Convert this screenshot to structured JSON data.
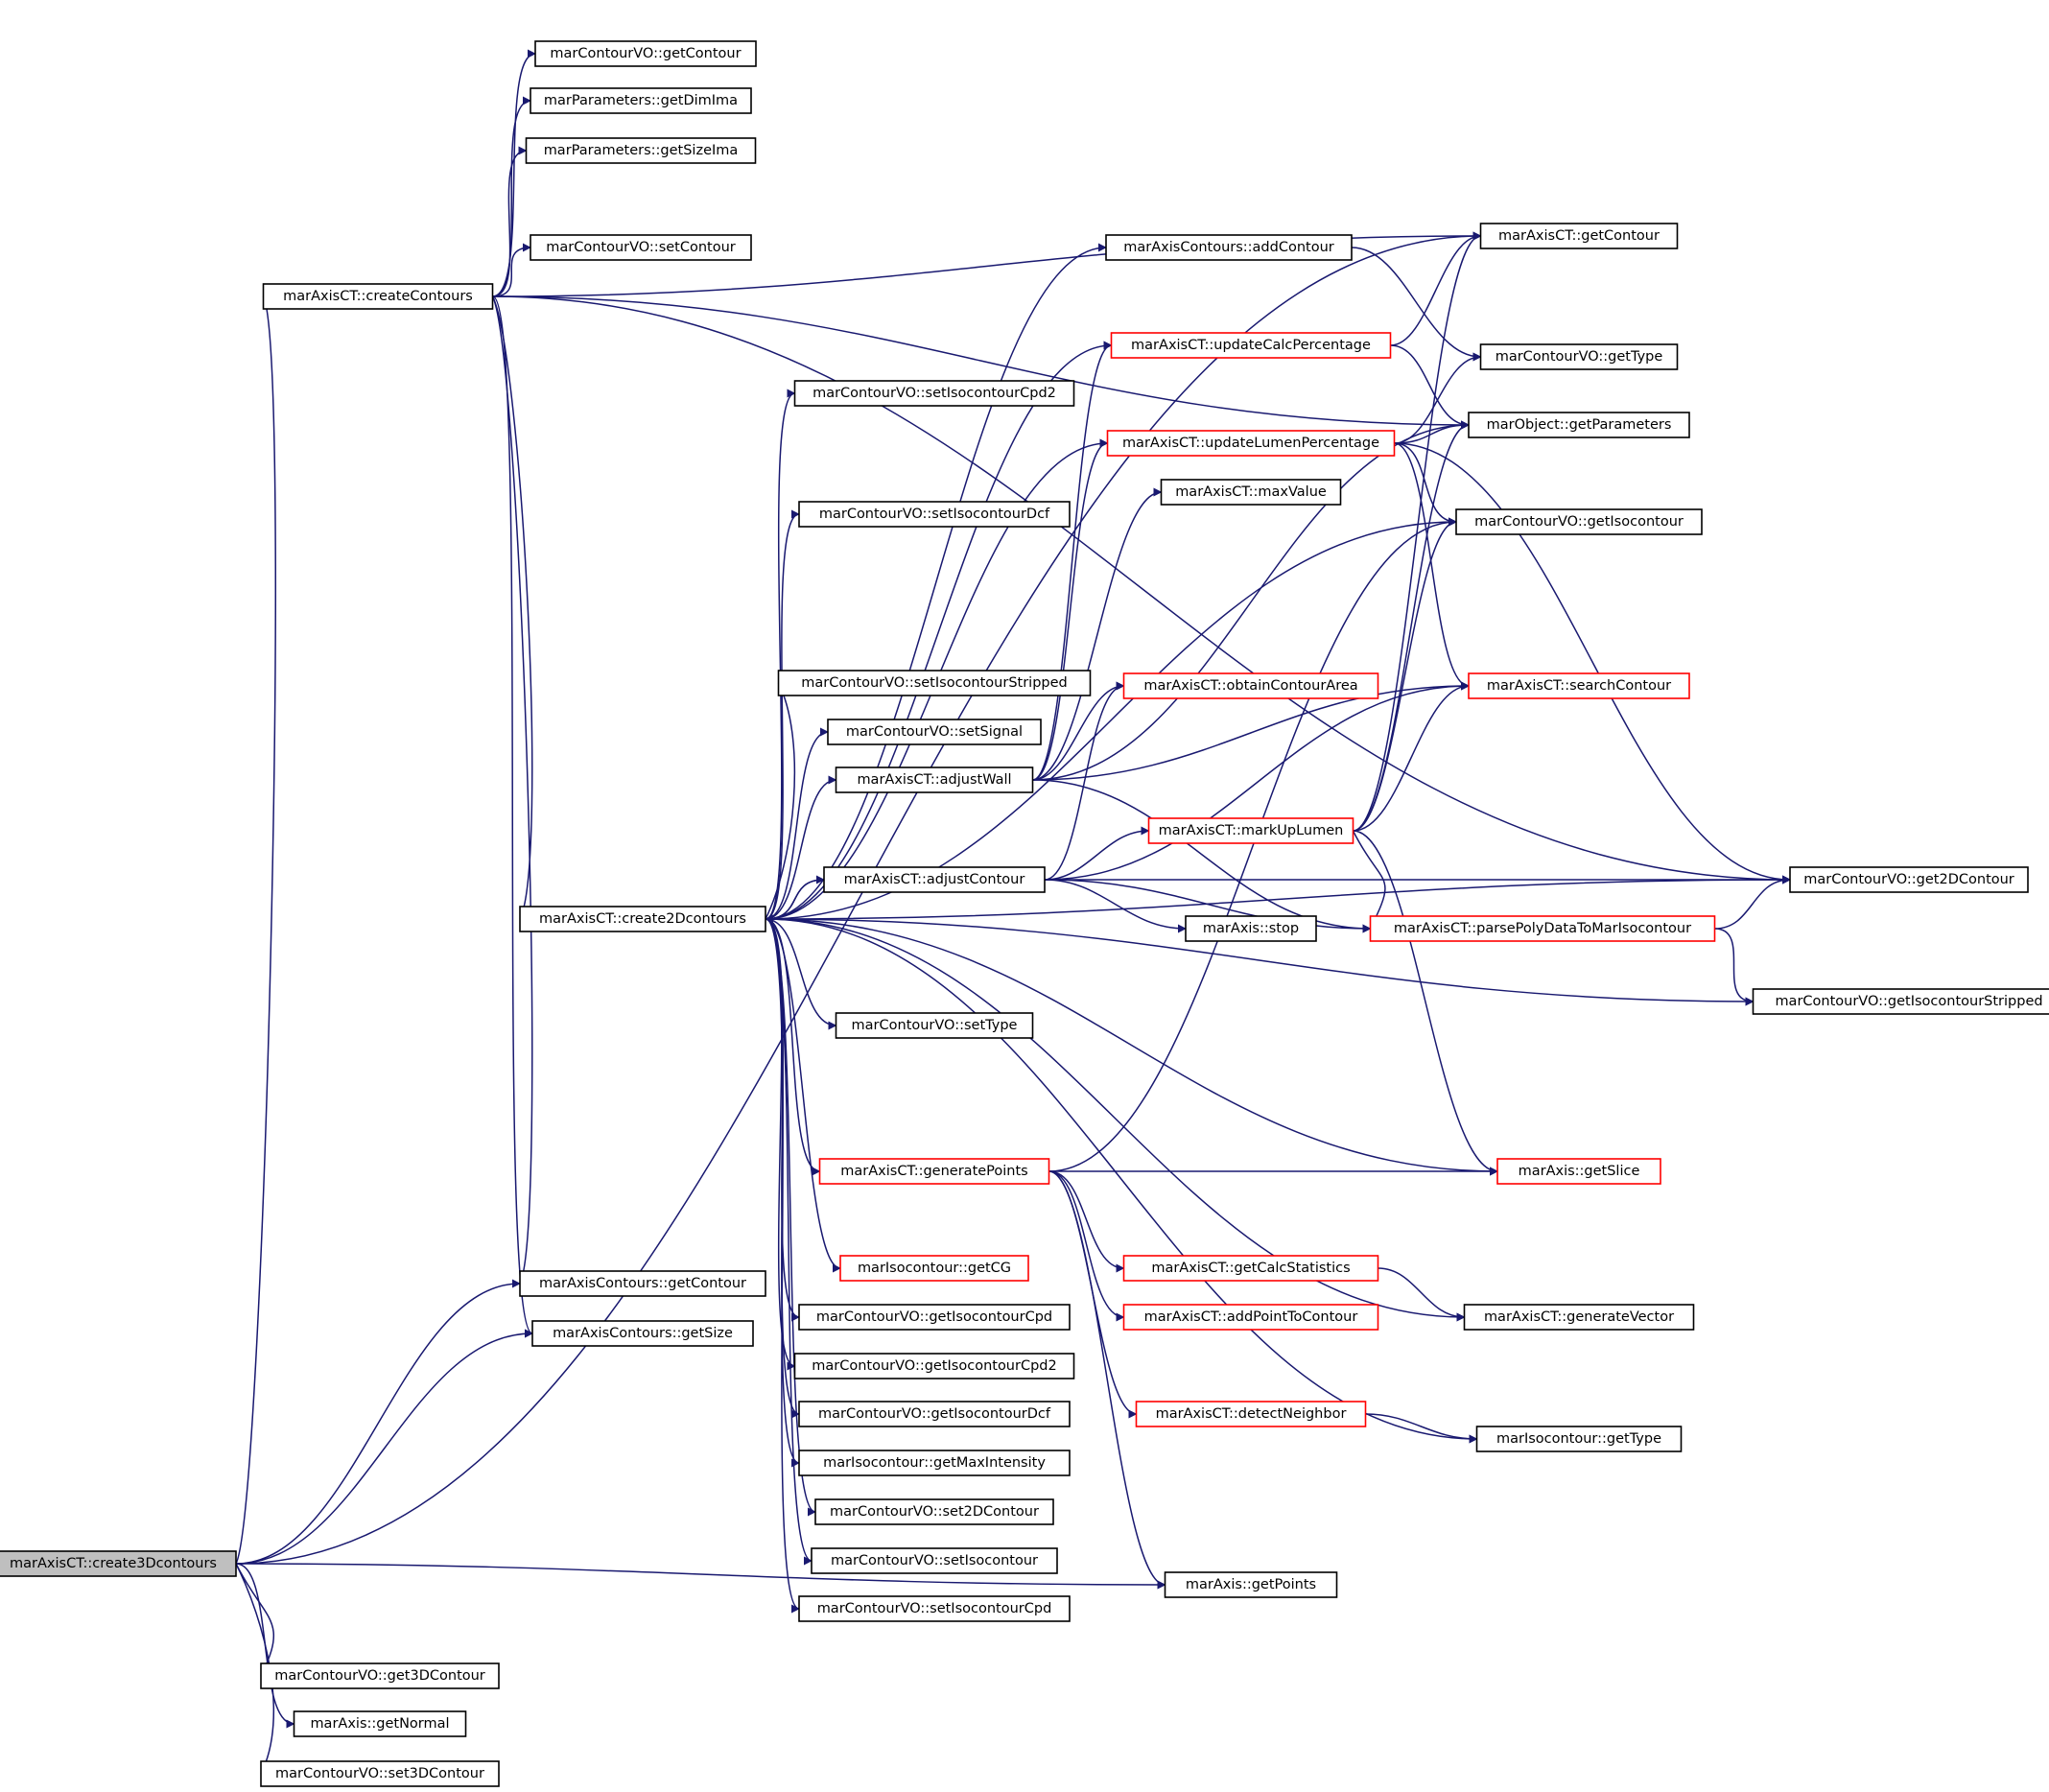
{
  "graph": {
    "colors": {
      "edge": "#191970",
      "border_default": "#000000",
      "border_linked": "#ff0000",
      "fill_default": "#ffffff",
      "fill_root": "#bfbfbf"
    },
    "nodes": [
      {
        "id": "create3D",
        "label": "marAxisCT::create3Dcontours",
        "style": "root"
      },
      {
        "id": "createContours",
        "label": "marAxisCT::createContours",
        "style": "default"
      },
      {
        "id": "getContourVO",
        "label": "marContourVO::getContour",
        "style": "default"
      },
      {
        "id": "getDimIma",
        "label": "marParameters::getDimIma",
        "style": "default"
      },
      {
        "id": "getSizeIma",
        "label": "marParameters::getSizeIma",
        "style": "default"
      },
      {
        "id": "setContourVO",
        "label": "marContourVO::setContour",
        "style": "default"
      },
      {
        "id": "addContour",
        "label": "marAxisContours::addContour",
        "style": "default"
      },
      {
        "id": "getContourCT",
        "label": "marAxisCT::getContour",
        "style": "default"
      },
      {
        "id": "updateCalc",
        "label": "marAxisCT::updateCalcPercentage",
        "style": "linked"
      },
      {
        "id": "getTypeVO",
        "label": "marContourVO::getType",
        "style": "default"
      },
      {
        "id": "setIsoCpd2",
        "label": "marContourVO::setIsocontourCpd2",
        "style": "default"
      },
      {
        "id": "updateLumen",
        "label": "marAxisCT::updateLumenPercentage",
        "style": "linked"
      },
      {
        "id": "getParameters",
        "label": "marObject::getParameters",
        "style": "default"
      },
      {
        "id": "maxValue",
        "label": "marAxisCT::maxValue",
        "style": "default"
      },
      {
        "id": "setIsoDcf",
        "label": "marContourVO::setIsocontourDcf",
        "style": "default"
      },
      {
        "id": "getIsocontour",
        "label": "marContourVO::getIsocontour",
        "style": "default"
      },
      {
        "id": "setIsoStripped",
        "label": "marContourVO::setIsocontourStripped",
        "style": "default"
      },
      {
        "id": "obtainArea",
        "label": "marAxisCT::obtainContourArea",
        "style": "linked"
      },
      {
        "id": "searchContour",
        "label": "marAxisCT::searchContour",
        "style": "linked"
      },
      {
        "id": "setSignal",
        "label": "marContourVO::setSignal",
        "style": "default"
      },
      {
        "id": "adjustWall",
        "label": "marAxisCT::adjustWall",
        "style": "default"
      },
      {
        "id": "markUpLumen",
        "label": "marAxisCT::markUpLumen",
        "style": "linked"
      },
      {
        "id": "adjustContour",
        "label": "marAxisCT::adjustContour",
        "style": "default"
      },
      {
        "id": "get2DContour",
        "label": "marContourVO::get2DContour",
        "style": "default"
      },
      {
        "id": "create2D",
        "label": "marAxisCT::create2Dcontours",
        "style": "default"
      },
      {
        "id": "stop",
        "label": "marAxis::stop",
        "style": "default"
      },
      {
        "id": "parsePoly",
        "label": "marAxisCT::parsePolyDataToMarIsocontour",
        "style": "linked"
      },
      {
        "id": "getIsoStripped",
        "label": "marContourVO::getIsocontourStripped",
        "style": "default"
      },
      {
        "id": "setTypeVO",
        "label": "marContourVO::setType",
        "style": "default"
      },
      {
        "id": "generatePoints",
        "label": "marAxisCT::generatePoints",
        "style": "linked"
      },
      {
        "id": "getSlice",
        "label": "marAxis::getSlice",
        "style": "linked"
      },
      {
        "id": "getCalcStats",
        "label": "marAxisCT::getCalcStatistics",
        "style": "linked"
      },
      {
        "id": "getCG",
        "label": "marIsocontour::getCG",
        "style": "linked"
      },
      {
        "id": "getContourAC",
        "label": "marAxisContours::getContour",
        "style": "default"
      },
      {
        "id": "addPoint",
        "label": "marAxisCT::addPointToContour",
        "style": "linked"
      },
      {
        "id": "generateVector",
        "label": "marAxisCT::generateVector",
        "style": "default"
      },
      {
        "id": "getIsoCpd",
        "label": "marContourVO::getIsocontourCpd",
        "style": "default"
      },
      {
        "id": "getSize",
        "label": "marAxisContours::getSize",
        "style": "default"
      },
      {
        "id": "getIsoCpd2",
        "label": "marContourVO::getIsocontourCpd2",
        "style": "default"
      },
      {
        "id": "getIsoDcf",
        "label": "marContourVO::getIsocontourDcf",
        "style": "default"
      },
      {
        "id": "detectNeighbor",
        "label": "marAxisCT::detectNeighbor",
        "style": "linked"
      },
      {
        "id": "getTypeIso",
        "label": "marIsocontour::getType",
        "style": "default"
      },
      {
        "id": "getMaxIntensity",
        "label": "marIsocontour::getMaxIntensity",
        "style": "default"
      },
      {
        "id": "set2DContour",
        "label": "marContourVO::set2DContour",
        "style": "default"
      },
      {
        "id": "setIsocontour",
        "label": "marContourVO::setIsocontour",
        "style": "default"
      },
      {
        "id": "setIsoCpd",
        "label": "marContourVO::setIsocontourCpd",
        "style": "default"
      },
      {
        "id": "getPoints",
        "label": "marAxis::getPoints",
        "style": "default"
      },
      {
        "id": "get3DContour",
        "label": "marContourVO::get3DContour",
        "style": "default"
      },
      {
        "id": "getNormal",
        "label": "marAxis::getNormal",
        "style": "default"
      },
      {
        "id": "set3DContour",
        "label": "marContourVO::set3DContour",
        "style": "default"
      }
    ],
    "edges": [
      [
        "create3D",
        "createContours"
      ],
      [
        "create3D",
        "getContourCT"
      ],
      [
        "create3D",
        "getContourAC"
      ],
      [
        "create3D",
        "getSize"
      ],
      [
        "create3D",
        "getPoints"
      ],
      [
        "create3D",
        "get3DContour"
      ],
      [
        "create3D",
        "getNormal"
      ],
      [
        "create3D",
        "set3DContour"
      ],
      [
        "createContours",
        "getContourVO"
      ],
      [
        "createContours",
        "getDimIma"
      ],
      [
        "createContours",
        "getSizeIma"
      ],
      [
        "createContours",
        "setContourVO"
      ],
      [
        "createContours",
        "getContourCT"
      ],
      [
        "createContours",
        "get2DContour"
      ],
      [
        "createContours",
        "getParameters"
      ],
      [
        "createContours",
        "create2D"
      ],
      [
        "createContours",
        "getContourAC"
      ],
      [
        "createContours",
        "getSize"
      ],
      [
        "create2D",
        "addContour"
      ],
      [
        "create2D",
        "setIsoCpd2"
      ],
      [
        "create2D",
        "updateCalc"
      ],
      [
        "create2D",
        "updateLumen"
      ],
      [
        "create2D",
        "setIsoDcf"
      ],
      [
        "create2D",
        "getIsocontour"
      ],
      [
        "create2D",
        "setIsoStripped"
      ],
      [
        "create2D",
        "setSignal"
      ],
      [
        "create2D",
        "adjustWall"
      ],
      [
        "create2D",
        "adjustContour"
      ],
      [
        "create2D",
        "get2DContour"
      ],
      [
        "create2D",
        "setTypeVO"
      ],
      [
        "create2D",
        "getIsoStripped"
      ],
      [
        "create2D",
        "generatePoints"
      ],
      [
        "create2D",
        "getSlice"
      ],
      [
        "create2D",
        "getCG"
      ],
      [
        "create2D",
        "getIsoCpd"
      ],
      [
        "create2D",
        "getIsoCpd2"
      ],
      [
        "create2D",
        "getIsoDcf"
      ],
      [
        "create2D",
        "getMaxIntensity"
      ],
      [
        "create2D",
        "set2DContour"
      ],
      [
        "create2D",
        "setIsocontour"
      ],
      [
        "create2D",
        "setIsoCpd"
      ],
      [
        "create2D",
        "getTypeIso"
      ],
      [
        "create2D",
        "generateVector"
      ],
      [
        "addContour",
        "getTypeVO"
      ],
      [
        "updateCalc",
        "getContourCT"
      ],
      [
        "updateCalc",
        "getParameters"
      ],
      [
        "updateLumen",
        "getParameters"
      ],
      [
        "updateLumen",
        "getTypeVO"
      ],
      [
        "updateLumen",
        "getIsocontour"
      ],
      [
        "updateLumen",
        "get2DContour"
      ],
      [
        "updateLumen",
        "searchContour"
      ],
      [
        "adjustWall",
        "updateLumen"
      ],
      [
        "adjustWall",
        "updateCalc"
      ],
      [
        "adjustWall",
        "maxValue"
      ],
      [
        "adjustWall",
        "obtainArea"
      ],
      [
        "adjustWall",
        "getParameters"
      ],
      [
        "adjustWall",
        "searchContour"
      ],
      [
        "adjustWall",
        "parsePoly"
      ],
      [
        "adjustContour",
        "create2D"
      ],
      [
        "adjustContour",
        "get2DContour"
      ],
      [
        "adjustContour",
        "markUpLumen"
      ],
      [
        "adjustContour",
        "stop"
      ],
      [
        "adjustContour",
        "parsePoly"
      ],
      [
        "adjustContour",
        "obtainArea"
      ],
      [
        "adjustContour",
        "searchContour"
      ],
      [
        "markUpLumen",
        "getContourCT"
      ],
      [
        "markUpLumen",
        "getParameters"
      ],
      [
        "markUpLumen",
        "searchContour"
      ],
      [
        "markUpLumen",
        "getIsocontour"
      ],
      [
        "markUpLumen",
        "parsePoly"
      ],
      [
        "markUpLumen",
        "getSlice"
      ],
      [
        "parsePoly",
        "get2DContour"
      ],
      [
        "parsePoly",
        "getIsoStripped"
      ],
      [
        "generatePoints",
        "getSlice"
      ],
      [
        "generatePoints",
        "getCalcStats"
      ],
      [
        "generatePoints",
        "addPoint"
      ],
      [
        "generatePoints",
        "detectNeighbor"
      ],
      [
        "generatePoints",
        "getPoints"
      ],
      [
        "generatePoints",
        "getIsocontour"
      ],
      [
        "getCalcStats",
        "generateVector"
      ],
      [
        "detectNeighbor",
        "getTypeIso"
      ]
    ]
  }
}
